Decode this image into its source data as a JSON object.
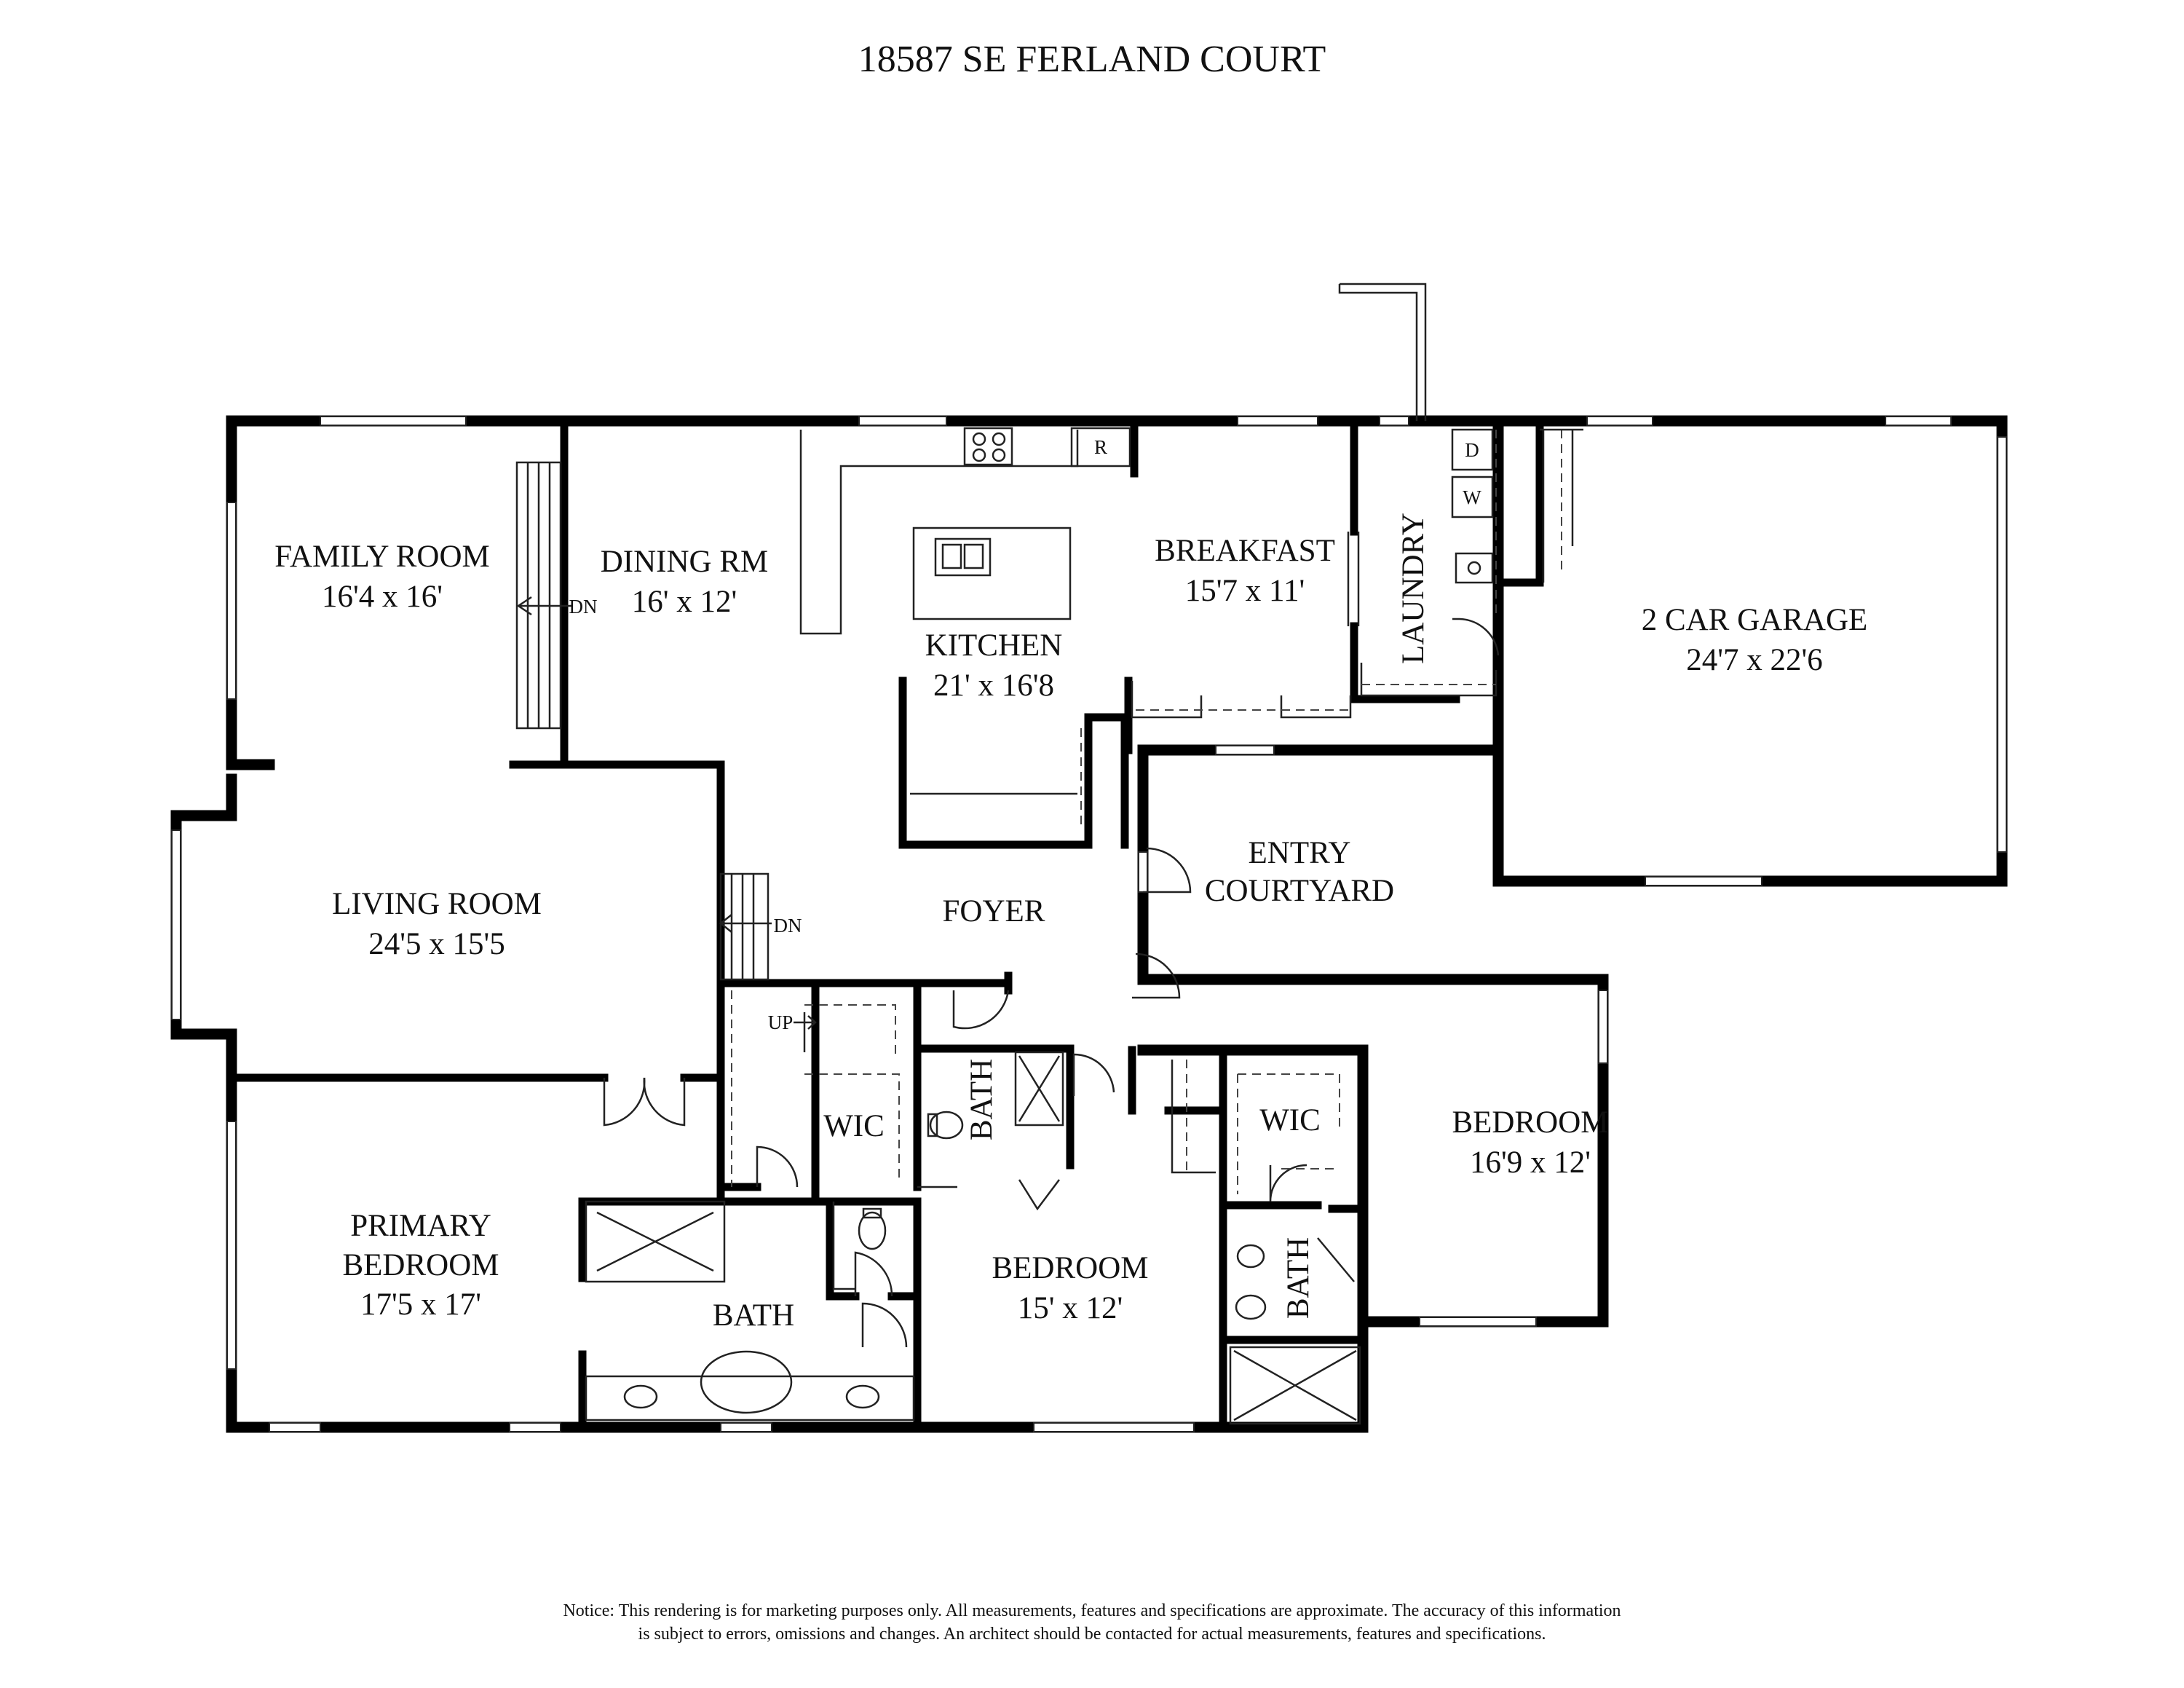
{
  "title": "18587 SE FERLAND COURT",
  "rooms": {
    "family_room": {
      "name": "FAMILY ROOM",
      "dims": "16'4 x 16'"
    },
    "dining": {
      "name": "DINING RM",
      "dims": "16' x 12'"
    },
    "kitchen": {
      "name": "KITCHEN",
      "dims": "21' x 16'8"
    },
    "breakfast": {
      "name": "BREAKFAST",
      "dims": "15'7 x 11'"
    },
    "laundry": {
      "name": "LAUNDRY"
    },
    "garage": {
      "name": "2 CAR GARAGE",
      "dims": "24'7 x 22'6"
    },
    "living_room": {
      "name": "LIVING ROOM",
      "dims": "24'5 x 15'5"
    },
    "foyer": {
      "name": "FOYER"
    },
    "entry_courtyard": {
      "name_line1": "ENTRY",
      "name_line2": "COURTYARD"
    },
    "primary_bedroom": {
      "name_line1": "PRIMARY",
      "name_line2": "BEDROOM",
      "dims": "17'5 x 17'"
    },
    "primary_bath": {
      "name": "BATH"
    },
    "primary_wic": {
      "name": "WIC"
    },
    "hall_bath": {
      "name": "BATH"
    },
    "bedroom_2": {
      "name": "BEDROOM",
      "dims": "15' x 12'"
    },
    "bedroom_3": {
      "name": "BEDROOM",
      "dims": "16'9 x 12'"
    },
    "bedroom3_wic": {
      "name": "WIC"
    },
    "bedroom3_bath": {
      "name": "BATH"
    }
  },
  "markers": {
    "dn_family": "DN",
    "dn_living": "DN",
    "up_stair": "UP",
    "refrigerator": "R",
    "dryer": "D",
    "washer": "W"
  },
  "notice": {
    "line1": "Notice: This rendering is for marketing purposes only. All measurements, features and specifications are approximate. The accuracy of this information",
    "line2": "is subject to errors, omissions and changes. An architect should be contacted for actual measurements, features and specifications."
  }
}
